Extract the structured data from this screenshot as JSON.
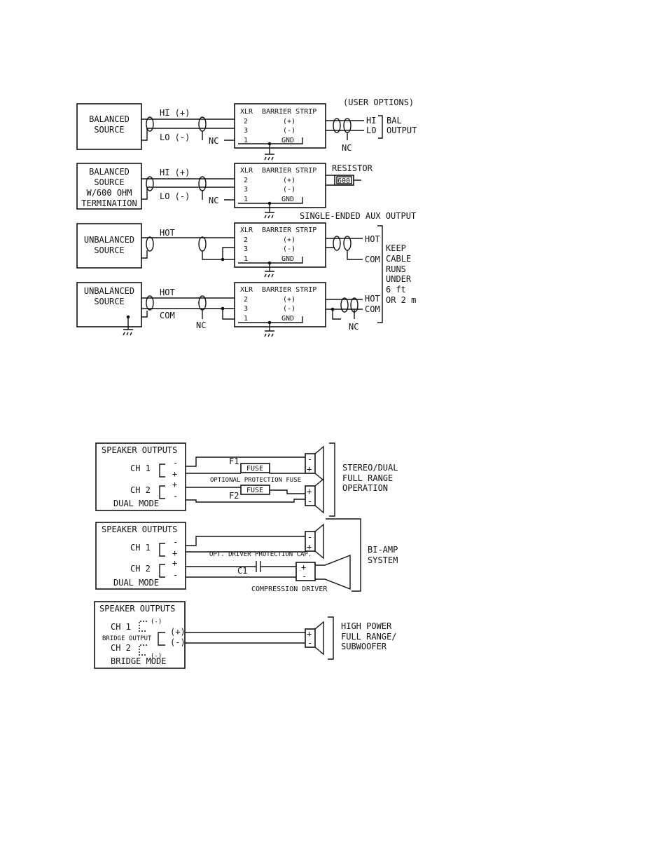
{
  "input_diagram": {
    "user_options": "(USER OPTIONS)",
    "xlr": "XLR",
    "barrier_strip": "BARRIER STRIP",
    "pin2": "2",
    "pin3": "3",
    "pin1": "1",
    "plus": "(+)",
    "minus": "(-)",
    "gnd": "GND",
    "nc": "NC",
    "r1": {
      "src1": "BALANCED",
      "src2": "SOURCE",
      "hi": "HI (+)",
      "lo": "LO (-)",
      "out_hi": "HI",
      "out_lo": "LO",
      "bal": "BAL",
      "output": "OUTPUT"
    },
    "r2": {
      "src1": "BALANCED",
      "src2": "SOURCE",
      "src3": "W/600 OHM",
      "src4": "TERMINATION",
      "hi": "HI (+)",
      "lo": "LO (-)",
      "resistor": "RESISTOR",
      "res_val": "600",
      "single_ended": "SINGLE-ENDED AUX OUTPUT"
    },
    "r3": {
      "src1": "UNBALANCED",
      "src2": "SOURCE",
      "hot": "HOT",
      "out_hot": "HOT",
      "out_com": "COM"
    },
    "r4": {
      "src1": "UNBALANCED",
      "src2": "SOURCE",
      "hot": "HOT",
      "com": "COM",
      "out_hot": "HOT",
      "out_com": "COM"
    },
    "keep": [
      "KEEP",
      "CABLE",
      "RUNS",
      "UNDER",
      "6 ft",
      "OR 2 m"
    ]
  },
  "speaker_diagram": {
    "speaker_outputs": "SPEAKER OUTPUTS",
    "ch1": "CH 1",
    "ch2": "CH 2",
    "plus": "+",
    "minus": "-",
    "s1": {
      "f1": "F1",
      "f2": "F2",
      "fuse": "FUSE",
      "opt_fuse": "OPTIONAL PROTECTION FUSE",
      "mode": "DUAL MODE",
      "label": [
        "STEREO/DUAL",
        "FULL RANGE",
        "OPERATION"
      ]
    },
    "s2": {
      "opt_cap": "OPT. DRIVER PROTECTION CAP.",
      "c1": "C1",
      "compression": "COMPRESSION DRIVER",
      "mode": "DUAL MODE",
      "label": [
        "BI-AMP",
        "SYSTEM"
      ]
    },
    "s3": {
      "bridge_output": "BRIDGE OUTPUT",
      "neg": "(-)",
      "bplus": "(+)",
      "bminus": "(-)",
      "mode": "BRIDGE MODE",
      "label": [
        "HIGH POWER",
        "FULL RANGE/",
        "SUBWOOFER"
      ]
    }
  }
}
